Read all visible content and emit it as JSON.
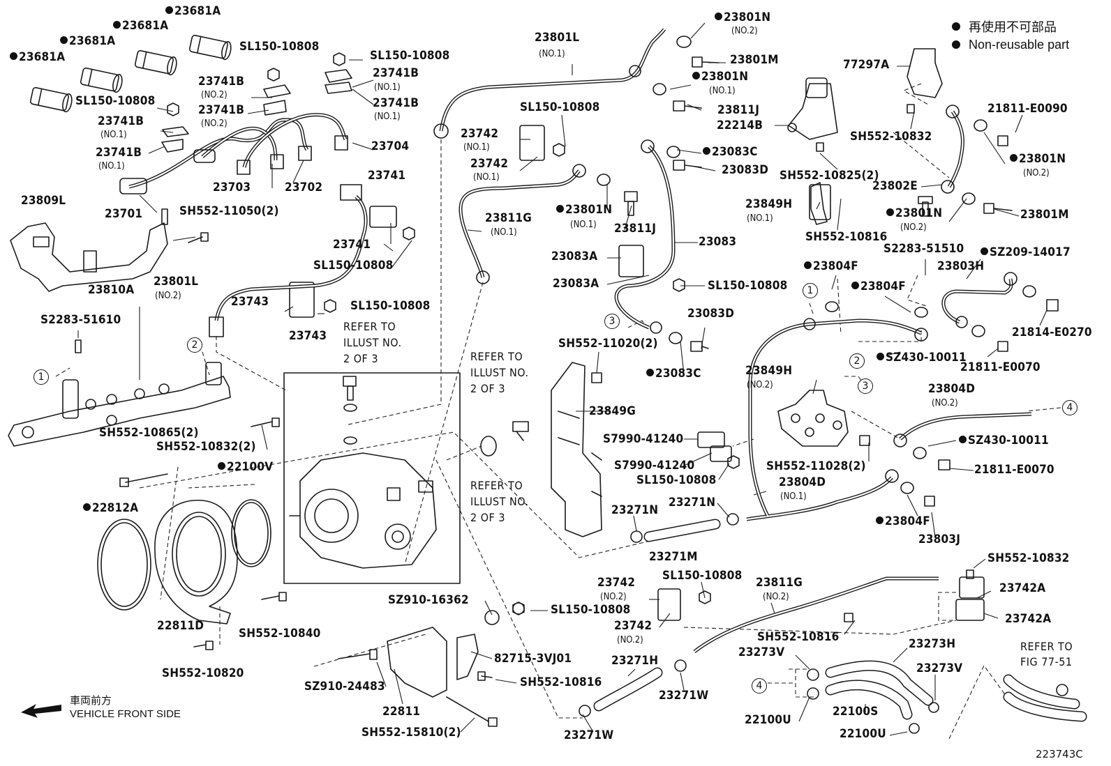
{
  "legend": {
    "ja": "再使用不可部品",
    "en": "Non-reusable part"
  },
  "direction": {
    "ja": "車両前方",
    "en": "VEHICLE FRONT SIDE"
  },
  "figure_number": "223743C",
  "refer_illust": [
    "REFER TO",
    "ILLUST NO.",
    "2 OF 3"
  ],
  "refer_fig": [
    "REFER TO",
    "FIG 77-51"
  ],
  "parts": [
    {
      "id": "p1",
      "num": "23681A",
      "nr": true
    },
    {
      "id": "p2",
      "num": "23681A",
      "nr": true
    },
    {
      "id": "p3",
      "num": "23681A",
      "nr": true
    },
    {
      "id": "p4",
      "num": "23681A",
      "nr": true
    },
    {
      "id": "p5",
      "num": "SL150-10808"
    },
    {
      "id": "p6",
      "num": "SL150-10808"
    },
    {
      "id": "p7",
      "num": "SL150-10808"
    },
    {
      "id": "p8",
      "num": "23741B",
      "sub": "(NO.2)"
    },
    {
      "id": "p9",
      "num": "23741B",
      "sub": "(NO.2)"
    },
    {
      "id": "p10",
      "num": "23741B",
      "sub": "(NO.1)"
    },
    {
      "id": "p11",
      "num": "23741B",
      "sub": "(NO.1)"
    },
    {
      "id": "p12",
      "num": "23741B",
      "sub": "(NO.1)"
    },
    {
      "id": "p13",
      "num": "23741B",
      "sub": "(NO.1)"
    },
    {
      "id": "p14",
      "num": "23704"
    },
    {
      "id": "p15",
      "num": "23703"
    },
    {
      "id": "p16",
      "num": "23702"
    },
    {
      "id": "p17",
      "num": "23701"
    },
    {
      "id": "p18",
      "num": "23809L"
    },
    {
      "id": "p19",
      "num": "SH552-11050(2)"
    },
    {
      "id": "p20",
      "num": "23810A"
    },
    {
      "id": "p21",
      "num": "S2283-51610"
    },
    {
      "id": "p22",
      "num": "SH552-10865(2)"
    },
    {
      "id": "p23",
      "num": "SH552-10832(2)"
    },
    {
      "id": "p24",
      "num": "22100V",
      "nr": true
    },
    {
      "id": "p25",
      "num": "22812A",
      "nr": true
    },
    {
      "id": "p26",
      "num": "22811D"
    },
    {
      "id": "p27",
      "num": "SH552-10840"
    },
    {
      "id": "p28",
      "num": "SH552-10820"
    },
    {
      "id": "p29",
      "num": "23741"
    },
    {
      "id": "p30",
      "num": "23741"
    },
    {
      "id": "p31",
      "num": "SL150-10808"
    },
    {
      "id": "p32",
      "num": "23801L",
      "sub": "(NO.2)"
    },
    {
      "id": "p33",
      "num": "23743"
    },
    {
      "id": "p34",
      "num": "SL150-10808"
    },
    {
      "id": "p35",
      "num": "23743"
    },
    {
      "id": "p36",
      "num": "23801L",
      "sub": "(NO.1)"
    },
    {
      "id": "p37",
      "num": "SL150-10808"
    },
    {
      "id": "p38",
      "num": "23742",
      "sub": "(NO.1)"
    },
    {
      "id": "p39",
      "num": "23742",
      "sub": "(NO.1)"
    },
    {
      "id": "p40",
      "num": "23811G",
      "sub": "(NO.1)"
    },
    {
      "id": "p41",
      "num": "23801N",
      "sub": "(NO.2)",
      "nr": true
    },
    {
      "id": "p42",
      "num": "23801M"
    },
    {
      "id": "p43",
      "num": "23801N",
      "sub": "(NO.1)",
      "nr": true
    },
    {
      "id": "p44",
      "num": "23811J"
    },
    {
      "id": "p45",
      "num": "22214B"
    },
    {
      "id": "p46",
      "num": "23083C",
      "nr": true
    },
    {
      "id": "p47",
      "num": "23083D"
    },
    {
      "id": "p48",
      "num": "23801N",
      "sub": "(NO.1)",
      "nr": true
    },
    {
      "id": "p49",
      "num": "23811J"
    },
    {
      "id": "p50",
      "num": "23083"
    },
    {
      "id": "p51",
      "num": "23083A"
    },
    {
      "id": "p52",
      "num": "23083A"
    },
    {
      "id": "p53",
      "num": "SL150-10808"
    },
    {
      "id": "p54",
      "num": "23083D"
    },
    {
      "id": "p55",
      "num": "SH552-11020(2)"
    },
    {
      "id": "p56",
      "num": "23083C",
      "nr": true
    },
    {
      "id": "p57",
      "num": "23849G"
    },
    {
      "id": "p58",
      "num": "S7990-41240"
    },
    {
      "id": "p59",
      "num": "S7990-41240"
    },
    {
      "id": "p60",
      "num": "SL150-10808"
    },
    {
      "id": "p61",
      "num": "23271N"
    },
    {
      "id": "p62",
      "num": "23271N"
    },
    {
      "id": "p63",
      "num": "23271M"
    },
    {
      "id": "p64",
      "num": "77297A"
    },
    {
      "id": "p65",
      "num": "SH552-10832"
    },
    {
      "id": "p66",
      "num": "21811-E0090"
    },
    {
      "id": "p67",
      "num": "23801N",
      "sub": "(NO.2)",
      "nr": true
    },
    {
      "id": "p68",
      "num": "SH552-10825(2)"
    },
    {
      "id": "p69",
      "num": "23802E"
    },
    {
      "id": "p70",
      "num": "23849H",
      "sub": "(NO.1)"
    },
    {
      "id": "p71",
      "num": "23801N",
      "sub": "(NO.2)",
      "nr": true
    },
    {
      "id": "p72",
      "num": "23801M"
    },
    {
      "id": "p73",
      "num": "SH552-10816"
    },
    {
      "id": "p74",
      "num": "S2283-51510"
    },
    {
      "id": "p75",
      "num": "SZ209-14017",
      "nr": true
    },
    {
      "id": "p76",
      "num": "23804F",
      "nr": true
    },
    {
      "id": "p77",
      "num": "23803H"
    },
    {
      "id": "p78",
      "num": "23804F",
      "nr": true
    },
    {
      "id": "p79",
      "num": "21814-E0270"
    },
    {
      "id": "p80",
      "num": "SZ430-10011",
      "nr": true
    },
    {
      "id": "p81",
      "num": "21811-E0070"
    },
    {
      "id": "p82",
      "num": "23849H",
      "sub": "(NO.2)"
    },
    {
      "id": "p83",
      "num": "23804D",
      "sub": "(NO.2)"
    },
    {
      "id": "p84",
      "num": "SZ430-10011",
      "nr": true
    },
    {
      "id": "p85",
      "num": "21811-E0070"
    },
    {
      "id": "p86",
      "num": "SH552-11028(2)"
    },
    {
      "id": "p87",
      "num": "23804D",
      "sub": "(NO.1)"
    },
    {
      "id": "p88",
      "num": "23804F",
      "nr": true
    },
    {
      "id": "p89",
      "num": "23803J"
    },
    {
      "id": "p90",
      "num": "SZ910-16362"
    },
    {
      "id": "p91",
      "num": "SL150-10808"
    },
    {
      "id": "p92",
      "num": "82715-3VJ01"
    },
    {
      "id": "p93",
      "num": "SZ910-24483"
    },
    {
      "id": "p94",
      "num": "SH552-10816"
    },
    {
      "id": "p95",
      "num": "22811"
    },
    {
      "id": "p96",
      "num": "SH552-15810(2)"
    },
    {
      "id": "p97",
      "num": "23742",
      "sub": "(NO.2)"
    },
    {
      "id": "p98",
      "num": "SL150-10808"
    },
    {
      "id": "p99",
      "num": "23742",
      "sub": "(NO.2)"
    },
    {
      "id": "p100",
      "num": "23271H"
    },
    {
      "id": "p101",
      "num": "23271W"
    },
    {
      "id": "p102",
      "num": "23271W"
    },
    {
      "id": "p103",
      "num": "23811G",
      "sub": "(NO.2)"
    },
    {
      "id": "p104",
      "num": "SH552-10816"
    },
    {
      "id": "p105",
      "num": "SH552-10832"
    },
    {
      "id": "p106",
      "num": "23742A"
    },
    {
      "id": "p107",
      "num": "23742A"
    },
    {
      "id": "p108",
      "num": "23273H"
    },
    {
      "id": "p109",
      "num": "23273V"
    },
    {
      "id": "p110",
      "num": "23273V"
    },
    {
      "id": "p111",
      "num": "22100U"
    },
    {
      "id": "p112",
      "num": "22100S"
    },
    {
      "id": "p113",
      "num": "22100U"
    }
  ],
  "refs": [
    {
      "id": "r1",
      "num": "1"
    },
    {
      "id": "r2",
      "num": "2"
    },
    {
      "id": "r3",
      "num": "3"
    },
    {
      "id": "r4",
      "num": "1"
    },
    {
      "id": "r5",
      "num": "2"
    },
    {
      "id": "r6",
      "num": "3"
    },
    {
      "id": "r7",
      "num": "4"
    },
    {
      "id": "r8",
      "num": "4"
    }
  ]
}
